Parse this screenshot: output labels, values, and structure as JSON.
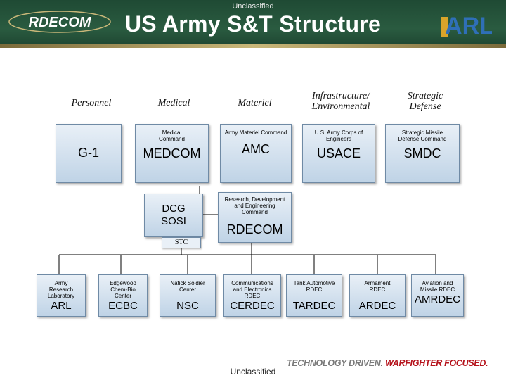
{
  "header": {
    "classification": "Unclassified",
    "title": "US Army S&T Structure",
    "logo_left_text": "RDECOM",
    "logo_right_text": "ARL"
  },
  "categories": [
    {
      "label": "Personnel"
    },
    {
      "label": "Medical"
    },
    {
      "label": "Materiel"
    },
    {
      "label": "Infrastructure/ Environmental"
    },
    {
      "label": "Strategic Defense"
    }
  ],
  "commands": [
    {
      "name": "",
      "abbr": "G-1"
    },
    {
      "name": "Medical Command",
      "abbr": "MEDCOM"
    },
    {
      "name": "Army Materiel Command",
      "abbr": "AMC"
    },
    {
      "name": "U.S. Army Corps of Engineers",
      "abbr": "USACE"
    },
    {
      "name": "Strategic Missile Defense Command",
      "abbr": "SMDC"
    }
  ],
  "dcg": {
    "line1": "DCG",
    "line2": "SOSI"
  },
  "rdecom": {
    "name": "Research, Development and Engineering Command",
    "abbr": "RDECOM"
  },
  "stc": {
    "label": "STC"
  },
  "centers": [
    {
      "name": "Army Research Laboratory",
      "abbr": "ARL"
    },
    {
      "name": "Edgewood Chem-Bio Center",
      "abbr": "ECBC"
    },
    {
      "name": "Natick Soldier Center",
      "abbr": "NSC"
    },
    {
      "name": "Communications and Electronics RDEC",
      "abbr": "CERDEC"
    },
    {
      "name": "Tank Automotive RDEC",
      "abbr": "TARDEC"
    },
    {
      "name": "Armament RDEC",
      "abbr": "ARDEC"
    },
    {
      "name": "Aviation and Missile RDEC",
      "abbr": "AMRDEC"
    }
  ],
  "footer": {
    "classification": "Unclassified",
    "tagline_part1": "TECHNOLOGY DRIVEN.",
    "tagline_part2": "WARFIGHTER FOCUSED."
  },
  "colors": {
    "header_green": "#2a5b40",
    "box_fill": "#bfd3e6",
    "tagline_red": "#b5121b"
  }
}
